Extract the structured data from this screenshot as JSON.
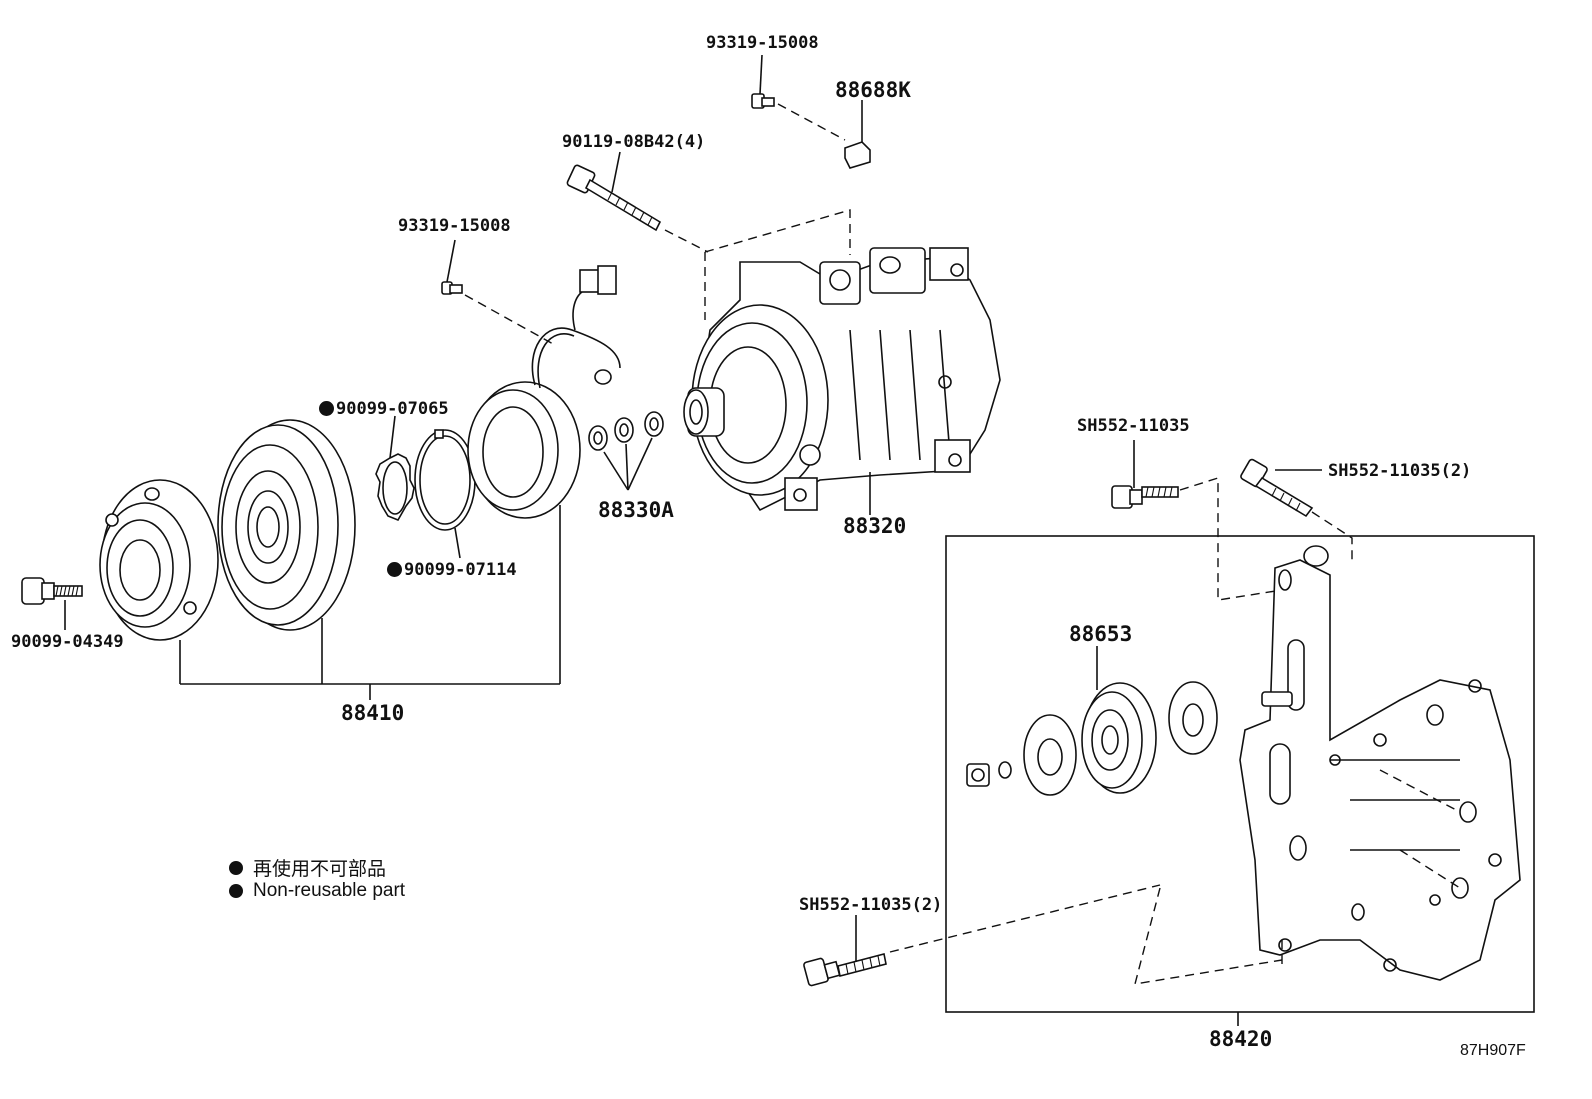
{
  "diagram": {
    "reference_code": "87H907F",
    "legend": [
      {
        "text": "再使用不可部品"
      },
      {
        "text": "Non-reusable part"
      }
    ],
    "parts": {
      "screw_top": "93319-15008",
      "bracket_small": "88688K",
      "long_bolt": "90119-08B42(4)",
      "screw_mid": "93319-15008",
      "snap_ring_1": "90099-07065",
      "snap_ring_2": "90099-07114",
      "shims": "88330A",
      "compressor": "88320",
      "clutch_bolt": "90099-04349",
      "clutch_assembly": "88410",
      "bracket_bolt_single": "SH552-11035",
      "bracket_bolt_pair_top": "SH552-11035(2)",
      "idler_pulley": "88653",
      "bracket_bolt_pair_bottom": "SH552-11035(2)",
      "bracket_assembly": "88420"
    }
  }
}
